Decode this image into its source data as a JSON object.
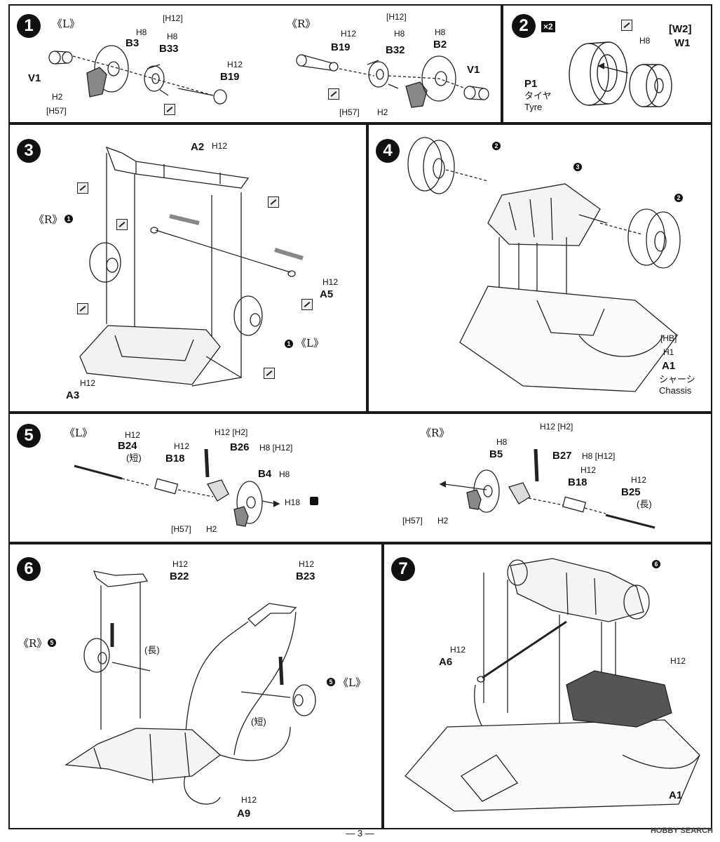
{
  "steps": {
    "s1": {
      "num": "1",
      "side_l": "《L》",
      "side_r": "《R》",
      "labels": {
        "h12a": "[H12]",
        "h8a": "H8",
        "b3": "B3",
        "h8b": "H8",
        "b33": "B33",
        "h12b": "H12",
        "b19": "B19",
        "v1": "V1",
        "h2": "H2",
        "h57": "[H57]",
        "h12c": "[H12]",
        "h12d": "H12",
        "b19r": "B19",
        "h8c": "H8",
        "b32": "B32",
        "h8d": "H8",
        "b2": "B2",
        "v1r": "V1",
        "h57r": "[H57]",
        "h2r": "H2"
      }
    },
    "s2": {
      "num": "2",
      "x2": "×2",
      "h8": "H8",
      "w2": "[W2]",
      "w1": "W1",
      "p1": "P1",
      "tyre_jp": "タイヤ",
      "tyre_en": "Tyre"
    },
    "s3": {
      "num": "3",
      "a2": "A2",
      "h12a": "H12",
      "side_r": "《R》",
      "one_r": "1",
      "h12b": "H12",
      "a5": "A5",
      "one_l": "1",
      "side_l": "《L》",
      "h12c": "H12",
      "a3": "A3"
    },
    "s4": {
      "num": "4",
      "two_a": "2",
      "three": "3",
      "two_b": "2",
      "hb": "[HB]",
      "h1": "H1",
      "a1": "A1",
      "chassis_jp": "シャーシ",
      "chassis_en": "Chassis"
    },
    "s5": {
      "num": "5",
      "side_l": "《L》",
      "h12a": "H12",
      "b24": "B24",
      "short": "(短)",
      "h12b": "H12",
      "b18": "B18",
      "h12c": "H12 [H2]",
      "b26": "B26",
      "h8": "H8 [H12]",
      "b4": "B4",
      "h8b": "H8",
      "h18": "H18",
      "h57": "[H57]",
      "h2": "H2",
      "side_r": "《R》",
      "h8c": "H8",
      "b5": "B5",
      "h12d": "H12 [H2]",
      "b27": "B27",
      "h8e": "H8 [H12]",
      "h12e": "H12",
      "b18r": "B18",
      "h12f": "H12",
      "b25": "B25",
      "long": "(長)",
      "h57r": "[H57]",
      "h2r": "H2"
    },
    "s6": {
      "num": "6",
      "h12a": "H12",
      "b22": "B22",
      "h12b": "H12",
      "b23": "B23",
      "side_r": "《R》",
      "five_r": "5",
      "long": "(長)",
      "five_l": "5",
      "side_l": "《L》",
      "short": "(短)",
      "h12c": "H12",
      "a9": "A9"
    },
    "s7": {
      "num": "7",
      "six": "6",
      "h12a": "H12",
      "a6": "A6",
      "h12b": "H12",
      "a1": "A1"
    }
  },
  "footer": {
    "page": "— 3 —"
  },
  "watermark": "HOBBY SEARCH"
}
